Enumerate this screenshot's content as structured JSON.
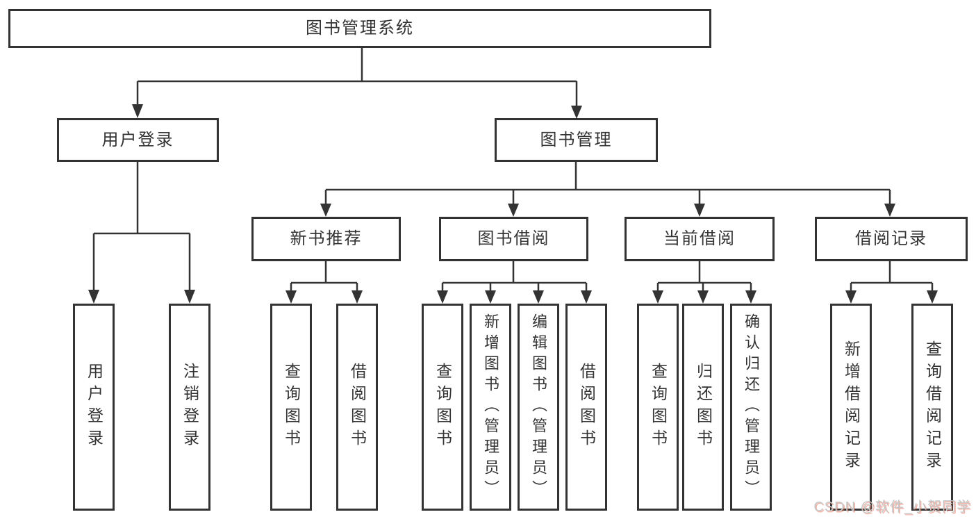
{
  "diagram": {
    "root": {
      "label": "图书管理系统",
      "children": [
        {
          "label": "用户登录",
          "children": [
            {
              "label": "用户登录"
            },
            {
              "label": "注销登录"
            }
          ]
        },
        {
          "label": "图书管理",
          "children": [
            {
              "label": "新书推荐",
              "children": [
                {
                  "label": "查询图书"
                },
                {
                  "label": "借阅图书"
                }
              ]
            },
            {
              "label": "图书借阅",
              "children": [
                {
                  "label": "查询图书"
                },
                {
                  "label": "新增图书（管理员）"
                },
                {
                  "label": "编辑图书（管理员）"
                },
                {
                  "label": "借阅图书"
                }
              ]
            },
            {
              "label": "当前借阅",
              "children": [
                {
                  "label": "查询图书"
                },
                {
                  "label": "归还图书"
                },
                {
                  "label": "确认归还（管理员）"
                }
              ]
            },
            {
              "label": "借阅记录",
              "children": [
                {
                  "label": "新增借阅记录"
                },
                {
                  "label": "查询借阅记录"
                }
              ]
            }
          ]
        }
      ]
    }
  },
  "watermark": {
    "text": "CSDN @软件_小贺同学"
  },
  "colors": {
    "line": "#333333",
    "box_border": "#333333",
    "text": "#333333",
    "background": "#ffffff",
    "watermark_text": "#c6c6c6",
    "watermark_accent": "#e7583f"
  }
}
